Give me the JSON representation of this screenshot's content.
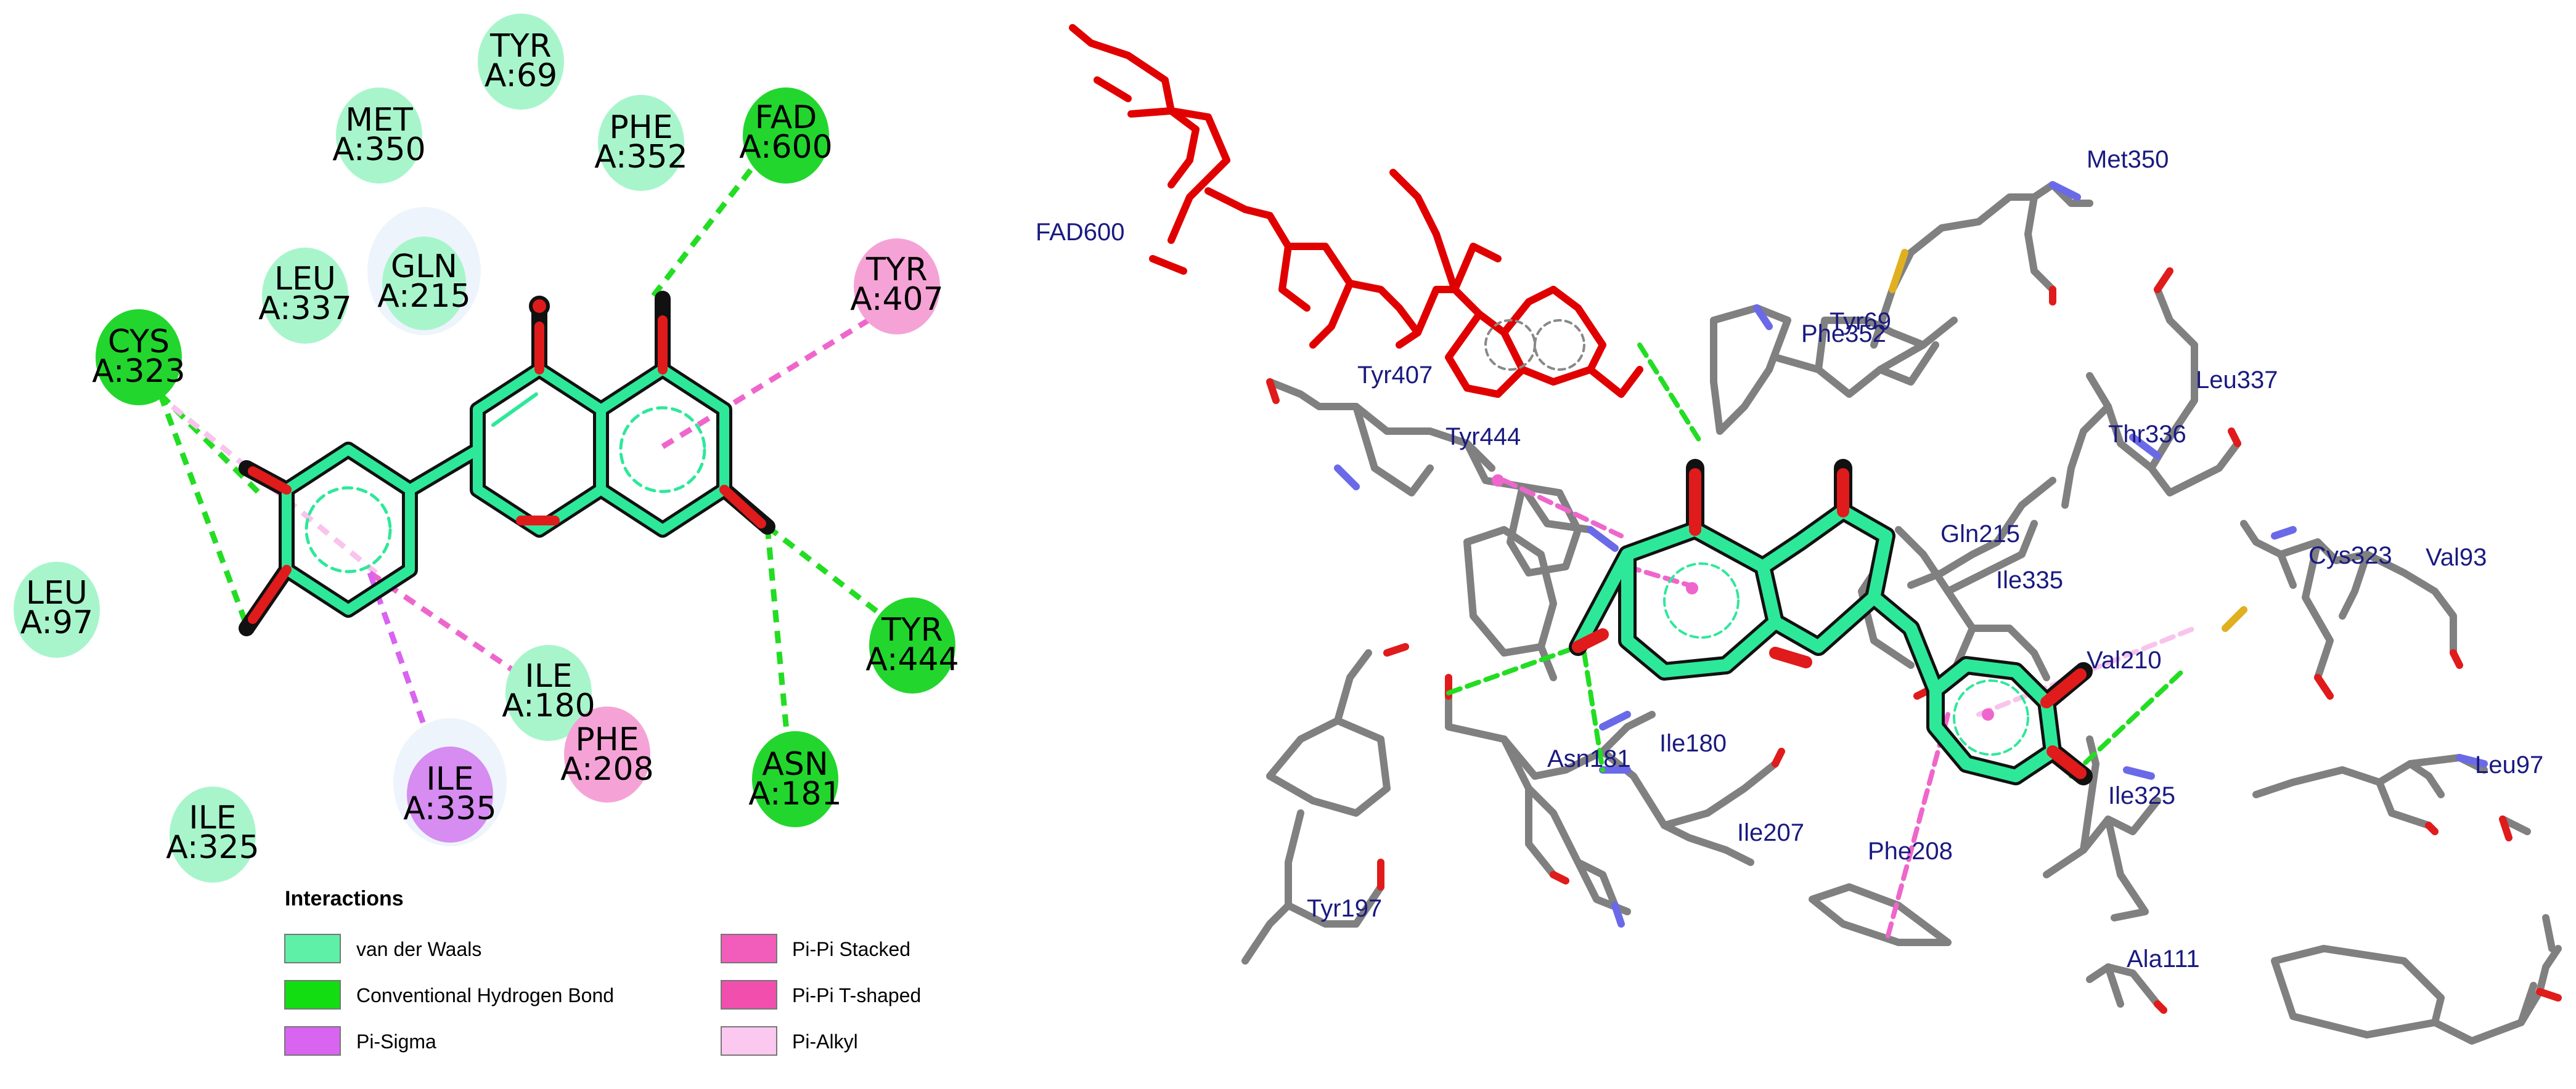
{
  "colors": {
    "ligand_bond": "#2ee89a",
    "ligand_dark": "#1a8a5c",
    "oxygen": "#e01b1b",
    "hbond": "#22dd22",
    "pi": "#ee66cc",
    "protein_carbon": "#808080",
    "nitrogen": "#6a6ae8",
    "sulfur": "#e0b020",
    "fad_red": "#e00000",
    "label_3d": "#1a1a80"
  },
  "residues_2d": [
    {
      "id": "tyr69",
      "name": "TYR",
      "chain_pos": "A:69",
      "type": "vdw"
    },
    {
      "id": "met350",
      "name": "MET",
      "chain_pos": "A:350",
      "type": "vdw"
    },
    {
      "id": "phe352",
      "name": "PHE",
      "chain_pos": "A:352",
      "type": "vdw"
    },
    {
      "id": "fad600",
      "name": "FAD",
      "chain_pos": "A:600",
      "type": "hbond"
    },
    {
      "id": "tyr407",
      "name": "TYR",
      "chain_pos": "A:407",
      "type": "pi_stacked"
    },
    {
      "id": "leu337",
      "name": "LEU",
      "chain_pos": "A:337",
      "type": "vdw"
    },
    {
      "id": "gln215",
      "name": "GLN",
      "chain_pos": "A:215",
      "type": "vdw"
    },
    {
      "id": "cys323",
      "name": "CYS",
      "chain_pos": "A:323",
      "type": "hbond"
    },
    {
      "id": "leu97",
      "name": "LEU",
      "chain_pos": "A:97",
      "type": "vdw"
    },
    {
      "id": "ile180",
      "name": "ILE",
      "chain_pos": "A:180",
      "type": "vdw"
    },
    {
      "id": "phe208",
      "name": "PHE",
      "chain_pos": "A:208",
      "type": "pi_tshaped"
    },
    {
      "id": "tyr444",
      "name": "TYR",
      "chain_pos": "A:444",
      "type": "hbond"
    },
    {
      "id": "ile335",
      "name": "ILE",
      "chain_pos": "A:335",
      "type": "pi_sigma"
    },
    {
      "id": "asn181",
      "name": "ASN",
      "chain_pos": "A:181",
      "type": "hbond"
    },
    {
      "id": "ile325",
      "name": "ILE",
      "chain_pos": "A:325",
      "type": "vdw"
    }
  ],
  "legend": {
    "title": "Interactions",
    "items": [
      {
        "label": "van der Waals",
        "color": "#5ef0a6"
      },
      {
        "label": "Conventional Hydrogen Bond",
        "color": "#11dd11"
      },
      {
        "label": "Pi-Sigma",
        "color": "#d864f0"
      },
      {
        "label": "Pi-Pi Stacked",
        "color": "#f25cba"
      },
      {
        "label": "Pi-Pi T-shaped",
        "color": "#f04fae"
      },
      {
        "label": "Pi-Alkyl",
        "color": "#fbc8ef"
      }
    ]
  },
  "labels_3d": [
    "FAD600",
    "Met350",
    "Tyr69",
    "Phe352",
    "Leu337",
    "Thr336",
    "Tyr407",
    "Tyr444",
    "Gln215",
    "Ile335",
    "Cys323",
    "Val93",
    "Val210",
    "Ile180",
    "Asn181",
    "Ile207",
    "Phe208",
    "Ile325",
    "Leu97",
    "Tyr197",
    "Ala111"
  ]
}
